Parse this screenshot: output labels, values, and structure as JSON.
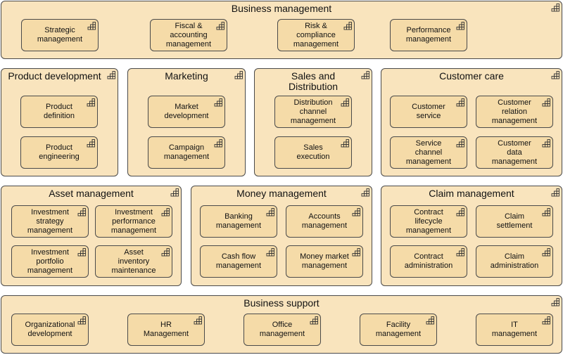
{
  "groups": [
    {
      "title": "Business management",
      "capabilities": [
        "Strategic\nmanagement",
        "Fiscal &\naccounting\nmanagement",
        "Risk &\ncompliance\nmanagement",
        "Performance\nmanagement"
      ]
    },
    {
      "title": "Product development",
      "capabilities": [
        "Product\ndefinition",
        "Product\nengineering"
      ]
    },
    {
      "title": "Marketing",
      "capabilities": [
        "Market\ndevelopment",
        "Campaign\nmanagement"
      ]
    },
    {
      "title": "Sales and\nDistribution",
      "capabilities": [
        "Distribution\nchannel\nmanagement",
        "Sales\nexecution"
      ]
    },
    {
      "title": "Customer care",
      "capabilities": [
        "Customer\nservice",
        "Customer\nrelation\nmanagement",
        "Service\nchannel\nmanagement",
        "Customer\ndata\nmanagement"
      ]
    },
    {
      "title": "Asset management",
      "capabilities": [
        "Investment\nstrategy\nmanagement",
        "Investment\nperformance\nmanagement",
        "Investment\nportfolio\nmanagement",
        "Asset\ninventory\nmaintenance"
      ]
    },
    {
      "title": "Money management",
      "capabilities": [
        "Banking\nmanagement",
        "Accounts\nmanagement",
        "Cash flow\nmanagement",
        "Money market\nmanagement"
      ]
    },
    {
      "title": "Claim management",
      "capabilities": [
        "Contract\nlifecycle\nmanagement",
        "Claim\nsettlement",
        "Contract\nadministration",
        "Claim\nadministration"
      ]
    },
    {
      "title": "Business support",
      "capabilities": [
        "Organizational\ndevelopment",
        "HR\nManagement",
        "Office\nmanagement",
        "Facility\nmanagement",
        "IT\nmanagement"
      ]
    }
  ],
  "icon": "capability-icon"
}
